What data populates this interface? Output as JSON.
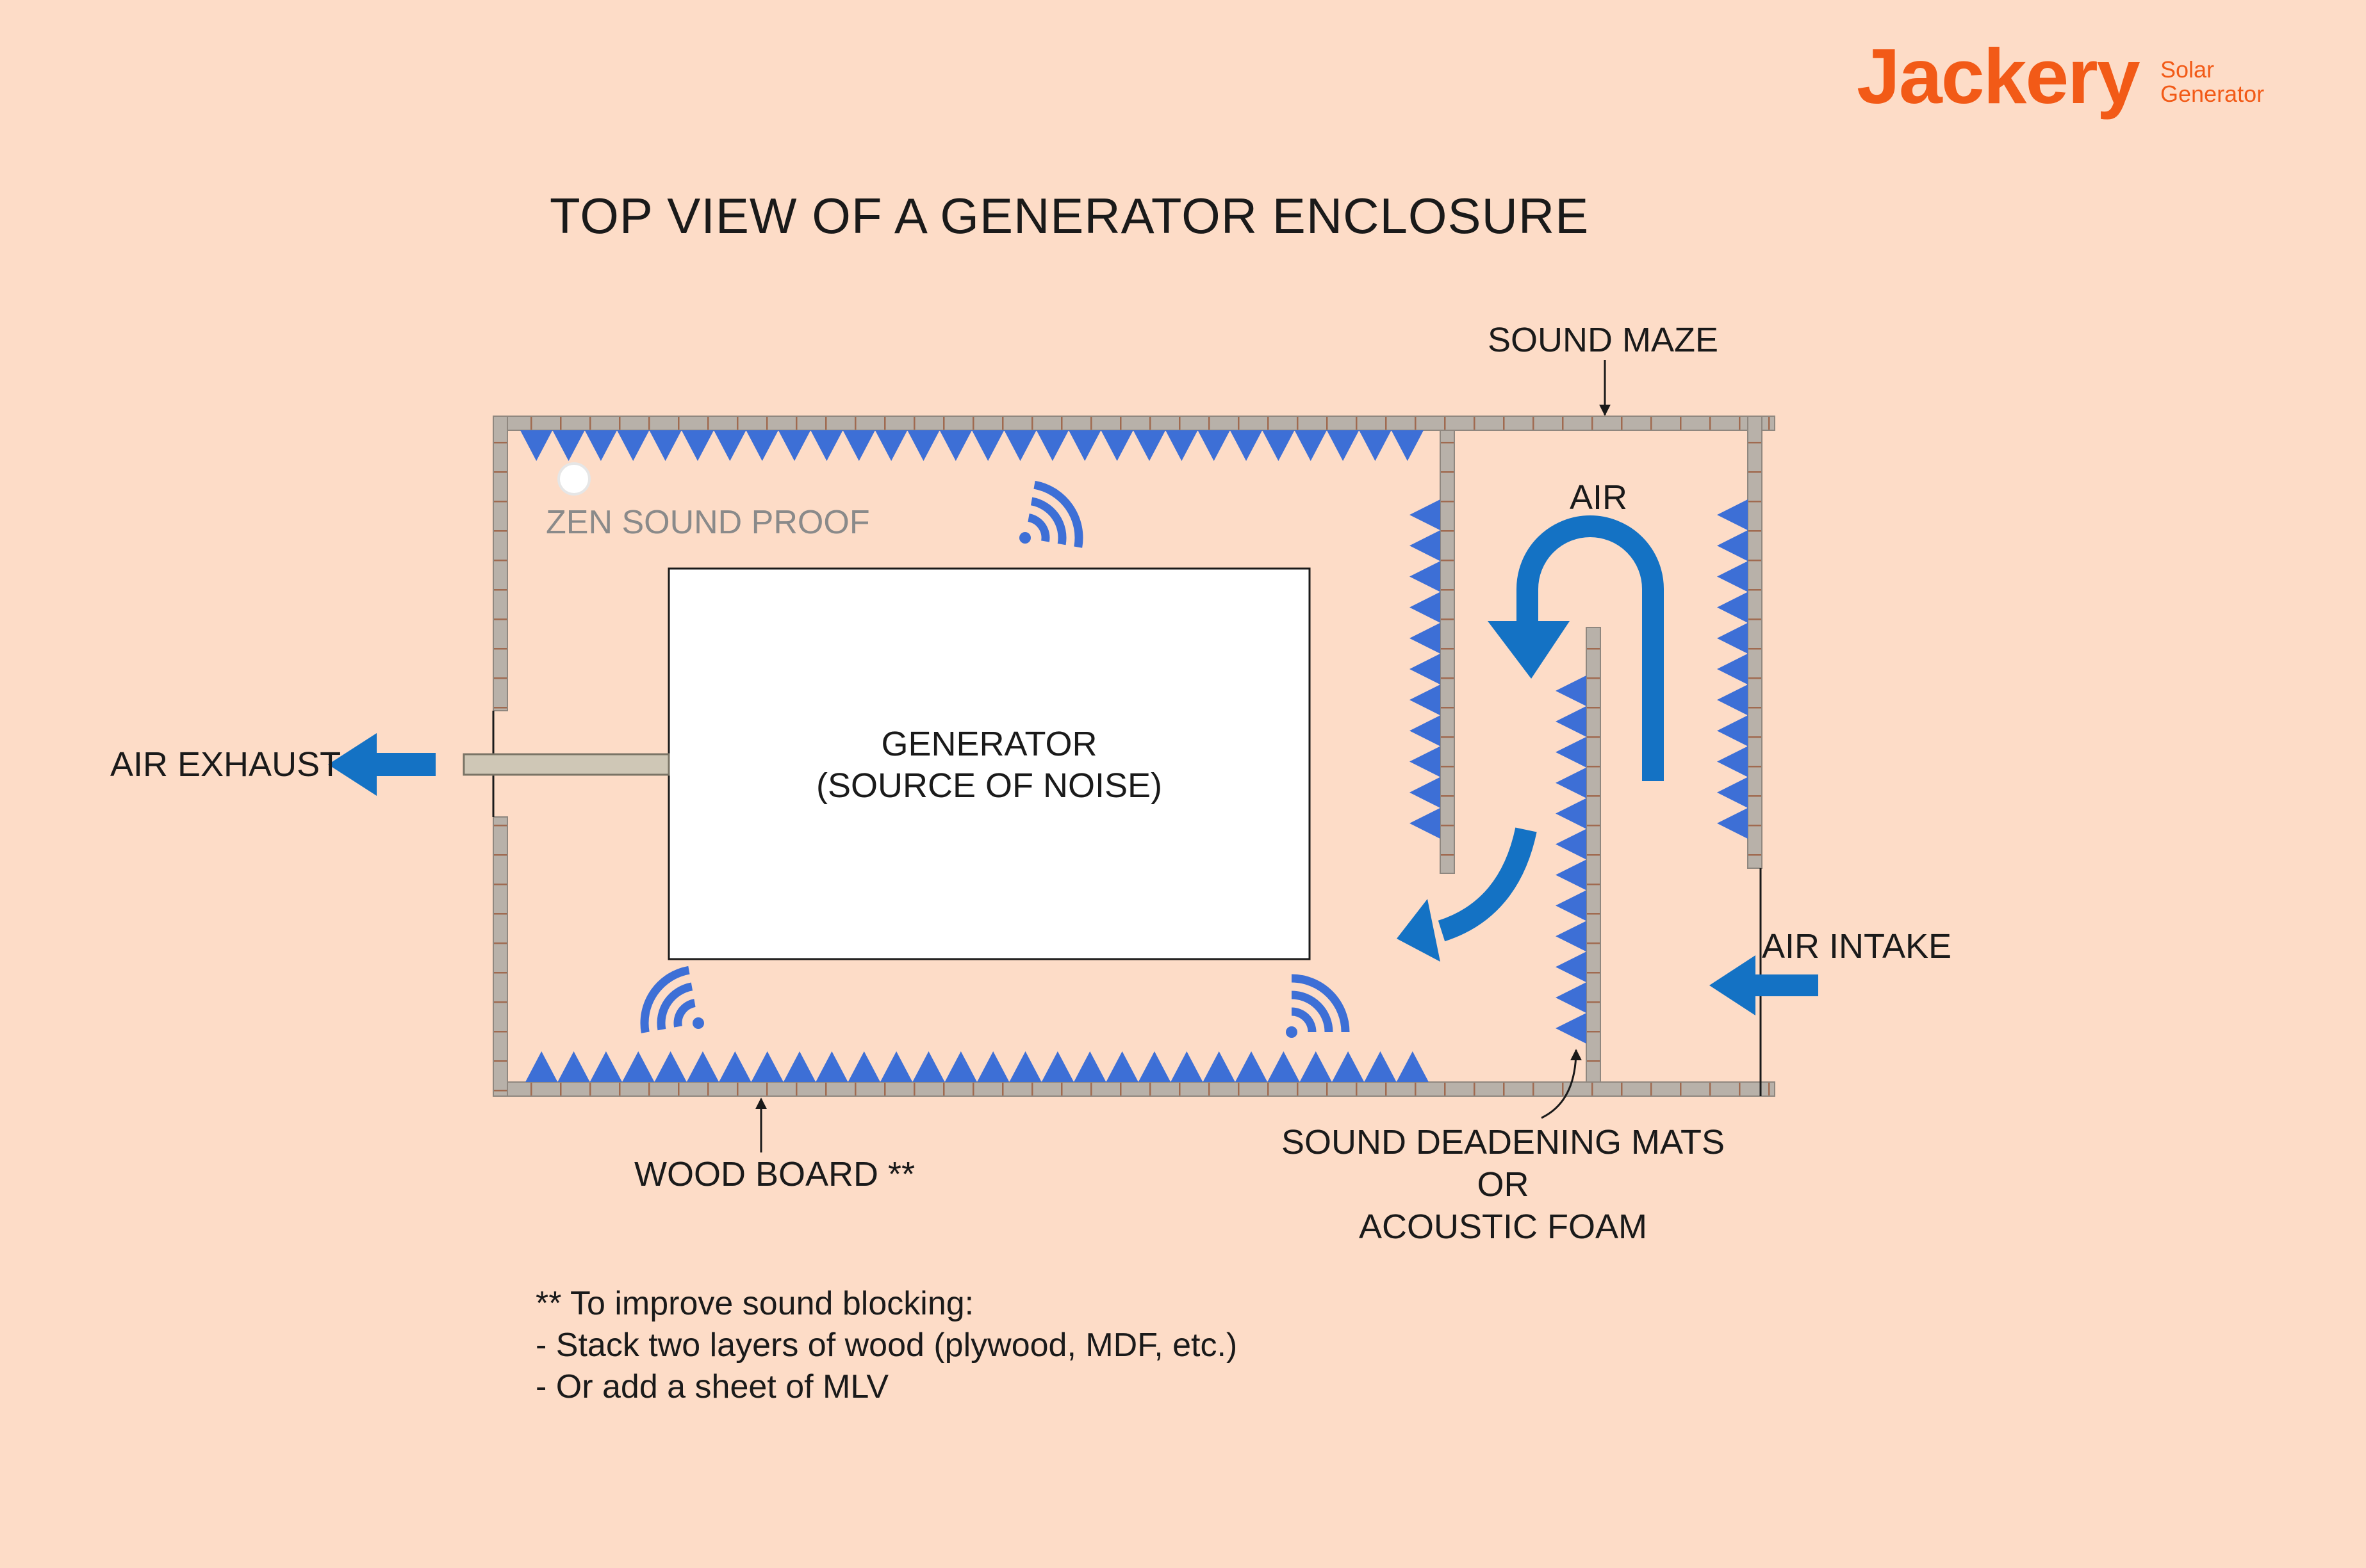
{
  "brand": {
    "name": "Jackery",
    "sub_line1": "Solar",
    "sub_line2": "Generator"
  },
  "title": "TOP VIEW OF A GENERATOR ENCLOSURE",
  "labels": {
    "sound_maze": "SOUND MAZE",
    "air": "AIR",
    "air_exhaust": "AIR EXHAUST",
    "air_intake": "AIR INTAKE",
    "generator_line1": "GENERATOR",
    "generator_line2": "(SOURCE OF NOISE)",
    "wood_board": "WOOD BOARD **",
    "mats_line1": "SOUND DEADENING MATS",
    "mats_line2": "OR",
    "mats_line3": "ACOUSTIC FOAM"
  },
  "watermark": "ZEN SOUND PROOF",
  "notes": [
    "** To improve sound blocking:",
    "- Stack two layers of wood (plywood, MDF, etc.)",
    "- Or add a sheet of MLV"
  ],
  "colors": {
    "background": "#fddcc7",
    "accent_orange": "#f25a17",
    "foam_blue": "#3d6fd6",
    "arrow_blue": "#1472c4",
    "wall_fill": "#b8b1a9",
    "wall_line": "#9a6a55",
    "pipe": "#cfc7b6"
  },
  "icons": [
    "sound-wave-icon",
    "arrow-left-icon",
    "u-turn-arrow-icon",
    "curved-arrow-icon",
    "pointer-arrow-icon"
  ]
}
